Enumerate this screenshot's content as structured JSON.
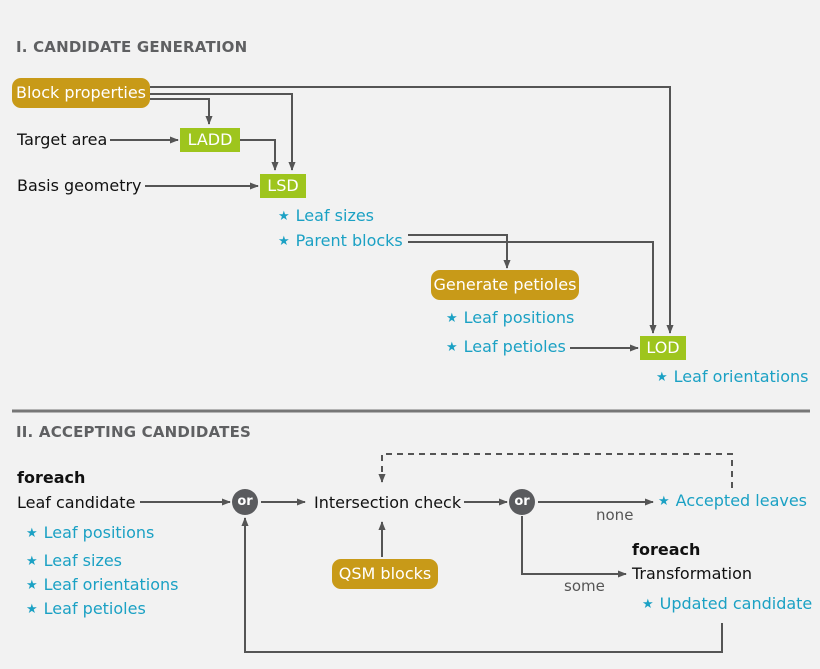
{
  "section1": {
    "title": "I. CANDIDATE GENERATION"
  },
  "section2": {
    "title": "II. ACCEPTING CANDIDATES"
  },
  "nodes": {
    "block_properties": "Block properties",
    "target_area": "Target area",
    "basis_geometry": "Basis geometry",
    "ladd": "LADD",
    "lsd": "LSD",
    "generate_petioles": "Generate petioles",
    "lod": "LOD",
    "foreach": "foreach",
    "leaf_candidate": "Leaf candidate",
    "or": "or",
    "intersection_check": "Intersection check",
    "qsm_blocks": "QSM blocks",
    "transformation": "Transformation"
  },
  "outputs": {
    "lsd": [
      "Leaf sizes",
      "Parent blocks"
    ],
    "petioles": [
      "Leaf positions",
      "Leaf petioles"
    ],
    "lod": [
      "Leaf orientations"
    ],
    "candidate": [
      "Leaf positions",
      "Leaf sizes",
      "Leaf orientations",
      "Leaf petioles"
    ],
    "accepted": "Accepted leaves",
    "updated": "Updated candidate"
  },
  "edge_labels": {
    "none": "none",
    "some": "some"
  },
  "star_glyph": "★",
  "colors": {
    "gold": "#c89a18",
    "green": "#9ec51d",
    "cyan": "#1ba1c4",
    "line": "#555555",
    "or_node": "#5a5b5e"
  }
}
